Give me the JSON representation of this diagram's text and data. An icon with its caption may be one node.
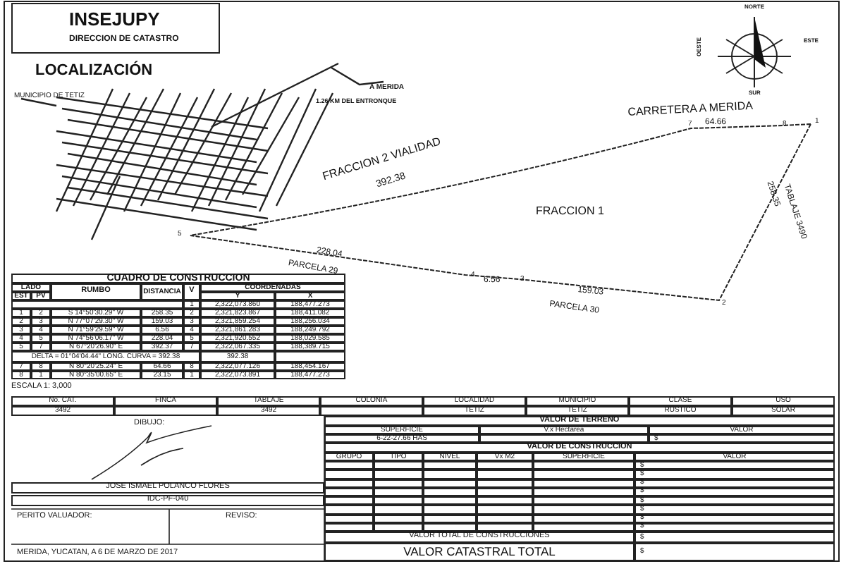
{
  "diagram": {
    "nodes": [
      {
        "text": [
          "INSEJUPY",
          "DIRECCION DE CATASTRO"
        ]
      },
      {
        "text": [
          "FRACCION 1"
        ]
      }
    ],
    "labels": [
      "LOCALIZACIÓN",
      "MUNICIPIO DE TETIZ",
      "A MERIDA",
      "1.26 KM DEL ENTRONQUE",
      "NORTE",
      "OESTE",
      "ESTE",
      "SUR",
      "CARRETERA A MERIDA",
      "FRACCION 2 VIALIDAD",
      "392.38",
      "64.66",
      "258.35",
      "TABLAJE 3490",
      "159.03",
      "PARCELA 30",
      "6.56",
      "228.04",
      "PARCELA 29",
      "1",
      "2",
      "3",
      "4",
      "5",
      "7",
      "8",
      "CUADRO DE CONSTRUCCION",
      "LADO",
      "RUMBO",
      "DISTANCIA",
      "V",
      "COORDENADAS",
      "EST",
      "PV",
      "Y",
      "X",
      "1",
      "2,322,073.860",
      "188,477.273",
      "1",
      "2",
      "S 14°50'30.29\" W",
      "258.35",
      "2",
      "2,321,823.867",
      "188,411.082",
      "2",
      "3",
      "N 77°07'29.30\" W",
      "159.03",
      "3",
      "2,321,859.254",
      "188,256.034",
      "3",
      "4",
      "N 71°59'29.59\" W",
      "6.56",
      "4",
      "2,321,861.283",
      "188,249.792",
      "4",
      "5",
      "N 74°56'06.17\" W",
      "228.04",
      "5",
      "2,321,920.552",
      "188,029.585",
      "5",
      "7",
      "N 67°20'26.90\" E",
      "392.37",
      "7",
      "2,322,067.335",
      "188,389.715",
      "DELTA = 01°04'04.44\" LONG. CURVA = 392.38",
      "392.38",
      "7",
      "8",
      "N 80°20'25.24\" E",
      "64.66",
      "8",
      "2,322,077.126",
      "188,454.167",
      "8",
      "1",
      "N 80°35'00.65\" E",
      "23.15",
      "1",
      "2,322,073.891",
      "188,477.273",
      "ESCALA 1: 3,000",
      "No. CAT.",
      "FINCA",
      "TABLAJE",
      "COLONIA",
      "LOCALIDAD",
      "MUNICIPIO",
      "CLASE",
      "USO",
      "3492",
      "3492",
      "TETIZ",
      "TETIZ",
      "RUSTICO",
      "SOLAR",
      "DIBUJO:",
      "JOSE ISMAEL POLANCO FLORES",
      "IDC-PF-040",
      "PERITO VALUADOR:",
      "REVISO:",
      "MERIDA, YUCATAN, A 6 DE MARZO DE 2017",
      "VALOR DE TERRENO",
      "SUPERFICIE",
      "V.x Hectarea",
      "VALOR",
      "6-22-27.66 HAS",
      "$",
      "VALOR DE CONSTRUCCION",
      "GRUPO",
      "TIPO",
      "NIVEL",
      "Vx M2",
      "SUPERFICIE",
      "VALOR",
      "$",
      "$",
      "$",
      "$",
      "$",
      "$",
      "$",
      "$",
      "VALOR TOTAL DE CONSTRUCCIONES",
      "$",
      "VALOR CATASTRAL TOTAL",
      "$"
    ]
  }
}
